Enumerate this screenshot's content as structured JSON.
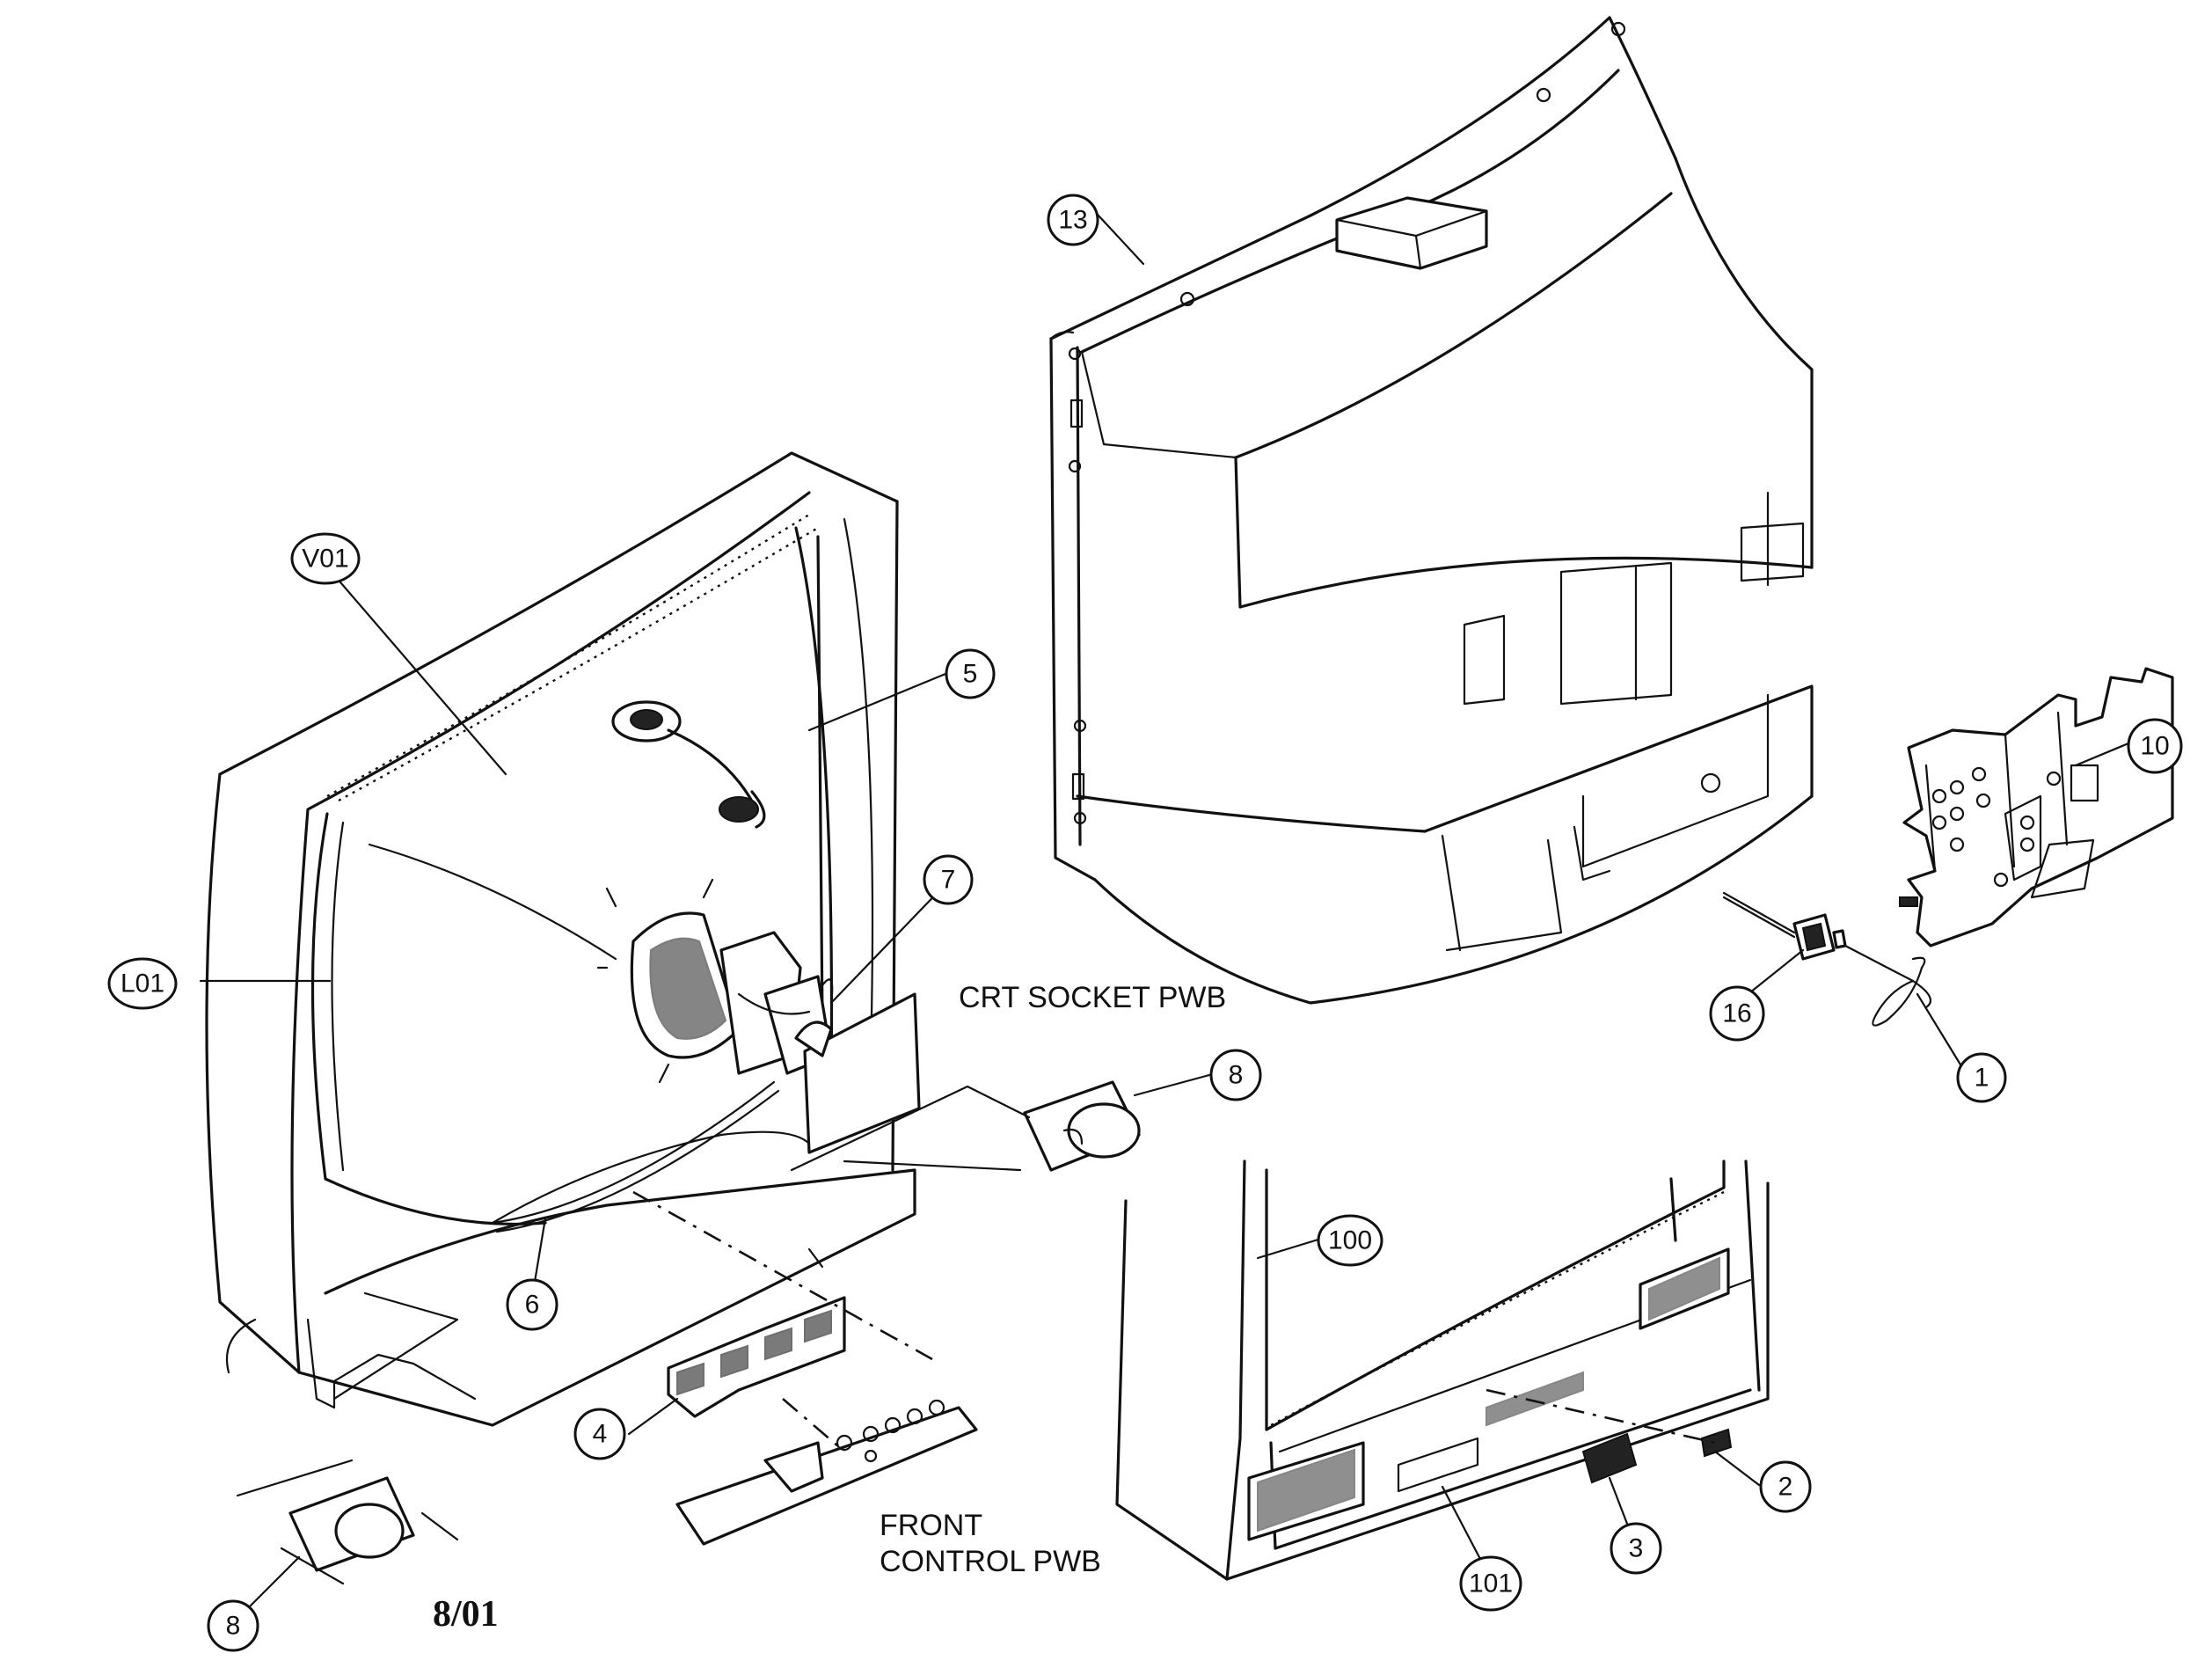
{
  "diagram": {
    "callouts": {
      "c13": "13",
      "cV01": "V01",
      "c5": "5",
      "c7": "7",
      "cL01": "L01",
      "c10": "10",
      "c16": "16",
      "c1": "1",
      "c8a": "8",
      "c100": "100",
      "c6": "6",
      "c4": "4",
      "c2": "2",
      "c3": "3",
      "c101": "101",
      "c8b": "8"
    },
    "labels": {
      "crt_socket": "CRT SOCKET PWB",
      "front_control_1": "FRONT",
      "front_control_2": "CONTROL PWB"
    },
    "date": "8/01"
  }
}
